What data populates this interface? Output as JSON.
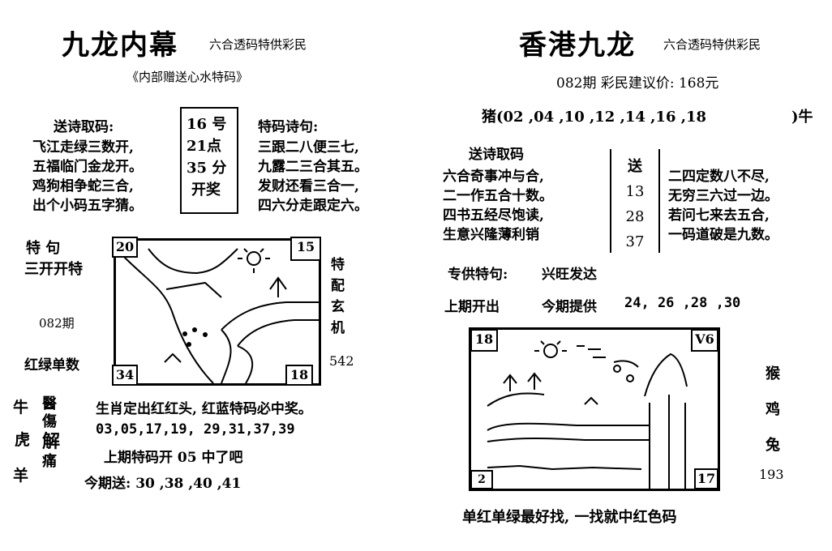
{
  "left": {
    "title": "九龙内幕",
    "subtitle": "六合透码特供彩民",
    "gift_line": "《内部赠送心水特码》",
    "send_poem_label": "送诗取码:",
    "send_poem_lines": [
      "飞江走绿三数开,",
      "五福临门金龙开。",
      "鸡狗相争蛇三合,",
      "出个小码五字猜。"
    ],
    "box_lines": [
      "16 号",
      "21点",
      "35 分",
      "开奖"
    ],
    "special_poem_label": "特码诗句:",
    "special_poem_lines": [
      "三跟二八便三七,",
      "九露二三合其五。",
      "发财还看三合一,",
      "四六分走跟定六。"
    ],
    "special_phrase_label": "特  句",
    "special_phrase": "三开开特",
    "issue": "082期",
    "hint": "红绿单数",
    "corner_tl": "20",
    "corner_tr": "15",
    "corner_bl": "34",
    "corner_br": "18",
    "side_vertical": [
      "特",
      "配",
      "玄",
      "机"
    ],
    "side_number": "542",
    "zodiacs": [
      "牛",
      "虎",
      "羊"
    ],
    "stamp_chars": [
      "醫",
      "傷",
      "解",
      "痛"
    ],
    "zodiac_line": "生肖定出红红头, 红蓝特码必中奖。",
    "numbers_line": "03,05,17,19, 29,31,37,39",
    "last_issue_line": "上期特码开  05 中了吧",
    "this_issue_line": "今期送: 30 ,38 ,40 ,41"
  },
  "right": {
    "title": "香港九龙",
    "subtitle": "六合透码特供彩民",
    "issue_price": "082期    彩民建议价: 168元",
    "pig_line": "猪(02 ,04 ,10 ,12 ,14 ,16 ,18",
    "pig_end": ")牛",
    "send_poem_label": "送诗取码",
    "poem_left_lines": [
      "六合奇事冲与合,",
      "二一作五合十数。",
      "四书五经尽饱读,",
      "生意兴隆薄利销"
    ],
    "box_lines": [
      "送",
      "13",
      "28",
      "37"
    ],
    "poem_right_lines": [
      "二四定数八不尽,",
      "无穷三六过一边。",
      "若问七来去五合,",
      "一码道破是九数。"
    ],
    "special_phrase_label": "专供特句:",
    "special_phrase": "兴旺发达",
    "last_label": "上期开出",
    "this_label": "今期提供",
    "this_numbers": "24, 26 ,28 ,30",
    "corner_tl": "18",
    "corner_tr": "V6",
    "corner_bl": "2",
    "corner_br": "17",
    "side_vertical": [
      "猴",
      "鸡",
      "兔"
    ],
    "side_number": "193",
    "bottom_line": "单红单绿最好找, 一找就中红色码"
  }
}
